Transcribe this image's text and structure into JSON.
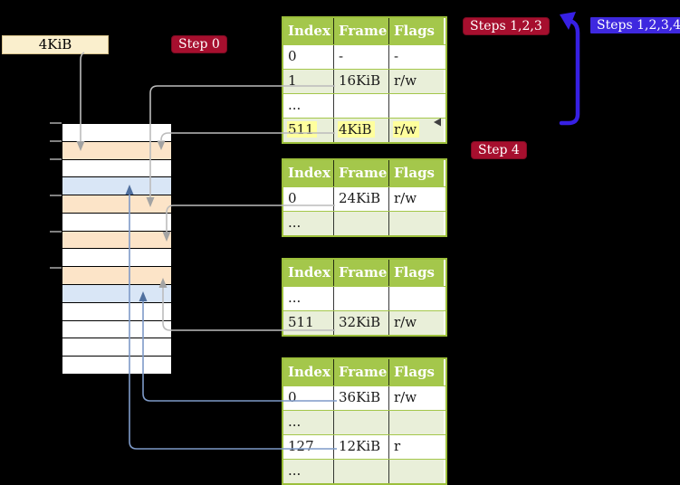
{
  "labels": {
    "page_size": "4KiB",
    "step0": "Step 0",
    "steps123": "Steps 1,2,3",
    "steps1234": "Steps 1,2,3,4",
    "step4": "Step 4"
  },
  "colors": {
    "header_green": "#a4c74b",
    "table_border_green": "#9cbf3b",
    "row_green": "#e9efd9",
    "peach": "#fce4c8",
    "row_blue": "#d9e6f6",
    "beige": "#faefcd",
    "beige_border": "#d8c38b",
    "crimson": "#a60f2e",
    "crimson_border": "#7c0b22",
    "blue_badge": "#3e28df",
    "highlight": "#ffff9d",
    "arrow_gray": "#bcbcbc",
    "arrow_gray_head": "#a3a3a3",
    "arrow_blue": "#7e9ac8",
    "arrow_blue_head": "#50709f",
    "loop_blue": "#3720e3",
    "tick_gray": "#808080",
    "text_dark": "#1a1a1a"
  },
  "memory": {
    "rows": [
      "white",
      "peach",
      "white",
      "blue",
      "peach",
      "white",
      "peach",
      "white",
      "peach",
      "blue",
      "white",
      "white",
      "white",
      "white"
    ]
  },
  "tables": [
    {
      "headers": [
        "Index",
        "Frame",
        "Flags"
      ],
      "rows": [
        {
          "cells": [
            "0",
            "-",
            "-"
          ],
          "shaded": false,
          "highlight": false
        },
        {
          "cells": [
            "1",
            "16KiB",
            "r/w"
          ],
          "shaded": true,
          "highlight": false
        },
        {
          "cells": [
            "...",
            "",
            ""
          ],
          "shaded": false,
          "highlight": false
        },
        {
          "cells": [
            "511",
            "4KiB",
            "r/w"
          ],
          "shaded": true,
          "highlight": true
        }
      ]
    },
    {
      "headers": [
        "Index",
        "Frame",
        "Flags"
      ],
      "rows": [
        {
          "cells": [
            "0",
            "24KiB",
            "r/w"
          ],
          "shaded": false,
          "highlight": false
        },
        {
          "cells": [
            "...",
            "",
            ""
          ],
          "shaded": true,
          "highlight": false
        }
      ]
    },
    {
      "headers": [
        "Index",
        "Frame",
        "Flags"
      ],
      "rows": [
        {
          "cells": [
            "...",
            "",
            ""
          ],
          "shaded": false,
          "highlight": false
        },
        {
          "cells": [
            "511",
            "32KiB",
            "r/w"
          ],
          "shaded": true,
          "highlight": false
        }
      ]
    },
    {
      "headers": [
        "Index",
        "Frame",
        "Flags"
      ],
      "rows": [
        {
          "cells": [
            "0",
            "36KiB",
            "r/w"
          ],
          "shaded": false,
          "highlight": false
        },
        {
          "cells": [
            "...",
            "",
            ""
          ],
          "shaded": true,
          "highlight": false
        },
        {
          "cells": [
            "127",
            "12KiB",
            "r"
          ],
          "shaded": false,
          "highlight": false
        },
        {
          "cells": [
            "...",
            "",
            ""
          ],
          "shaded": true,
          "highlight": false
        }
      ]
    }
  ]
}
